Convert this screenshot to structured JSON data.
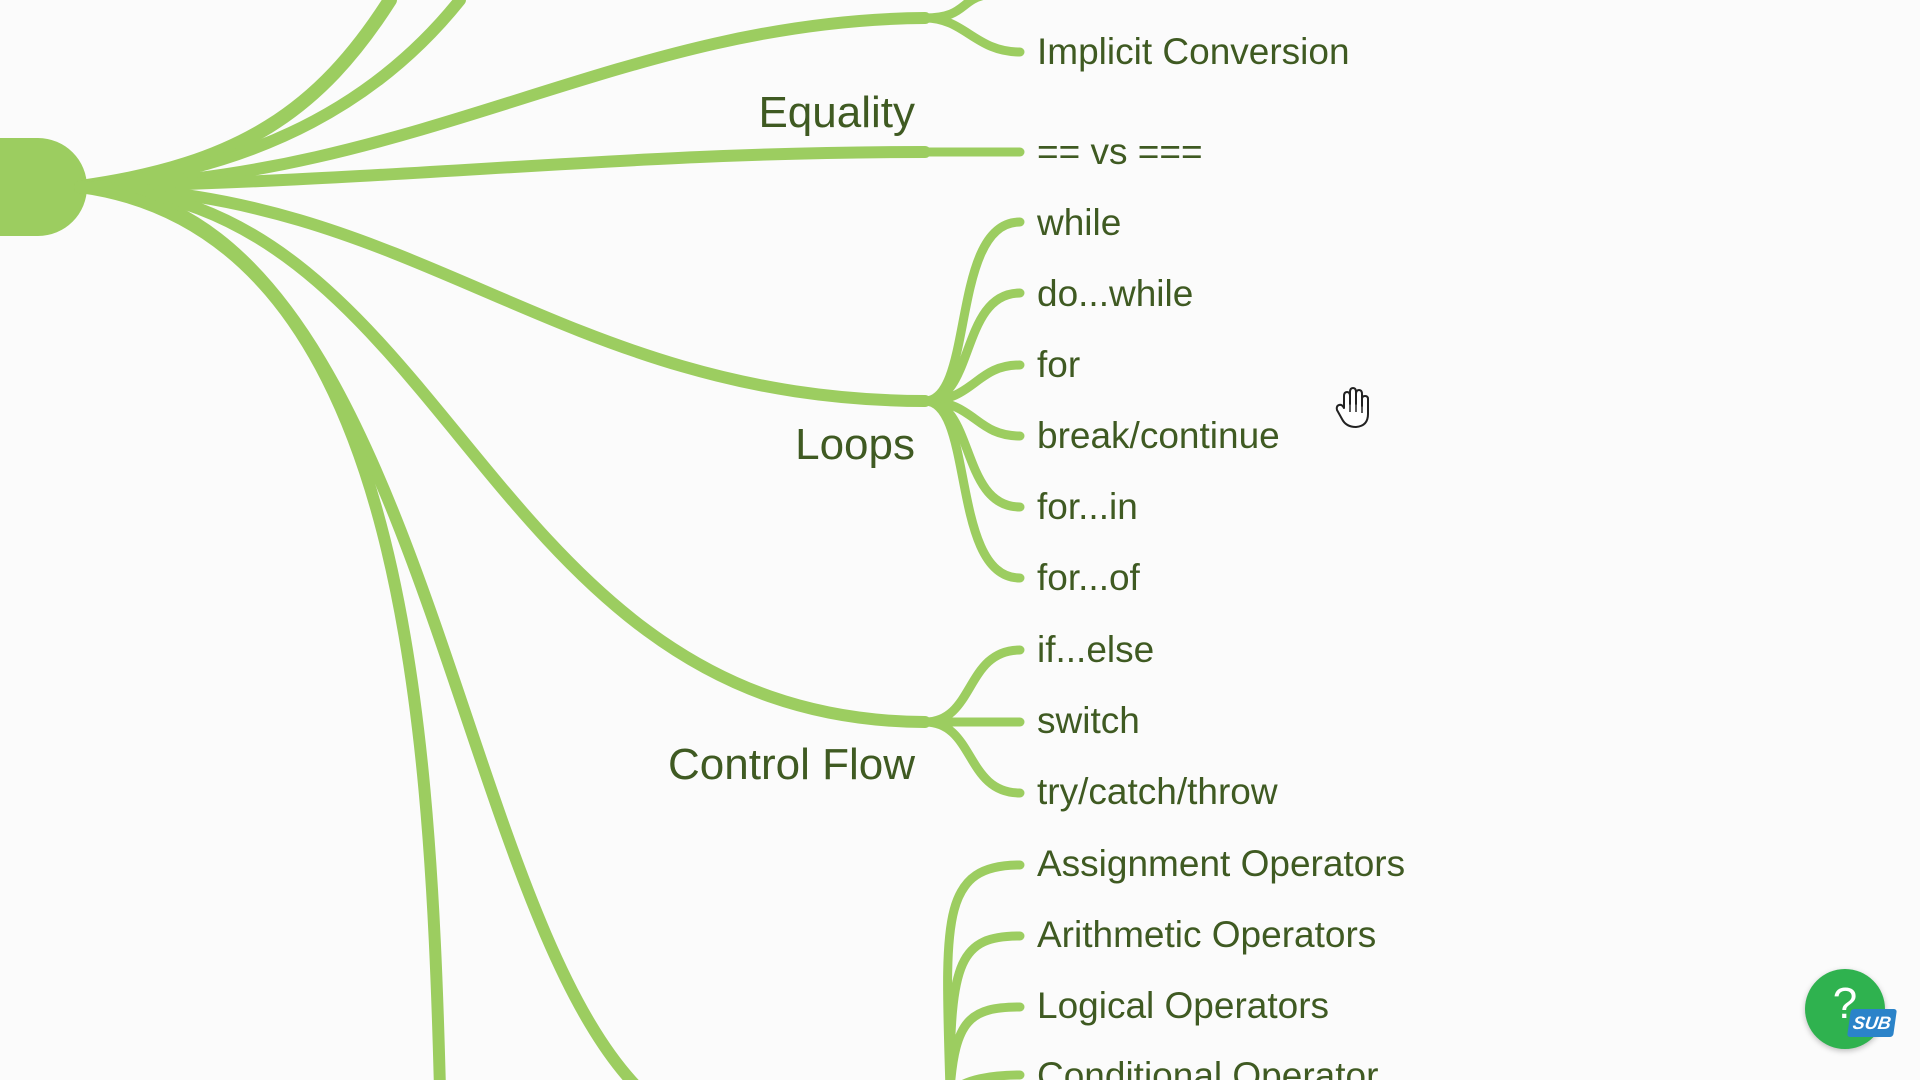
{
  "mindmap": {
    "branch_color": "#9ccd60",
    "text_color": "#3f5a22",
    "branches": {
      "equality": {
        "label": "Equality"
      },
      "loops": {
        "label": "Loops"
      },
      "control_flow": {
        "label": "Control Flow"
      }
    },
    "leaves": {
      "implicit_conversion": "Implicit Conversion",
      "equality_compare": "== vs ===",
      "while": "while",
      "do_while": "do...while",
      "for": "for",
      "break_continue": "break/continue",
      "for_in": "for...in",
      "for_of": "for...of",
      "if_else": "if...else",
      "switch": "switch",
      "try_catch_throw": "try/catch/throw",
      "assignment_operators": "Assignment Operators",
      "arithmetic_operators": "Arithmetic Operators",
      "logical_operators": "Logical Operators",
      "conditional_operator": "Conditional Operator"
    }
  },
  "help_widget": {
    "glyph": "?",
    "badge": "SUB",
    "icon": "help-icon",
    "color": "#2fb24f",
    "badge_color": "#2b83c9"
  },
  "cursor": {
    "icon": "grab-hand-icon"
  }
}
